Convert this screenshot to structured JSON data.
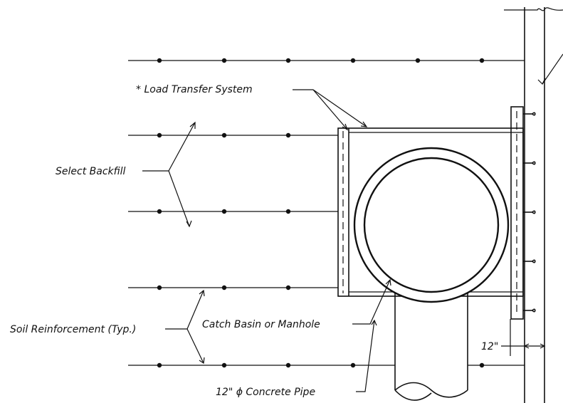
{
  "labels": {
    "load_transfer": "* Load Transfer System",
    "select_backfill": "Select Backfill",
    "soil_reinforcement": "Soil Reinforcement (Typ.)",
    "catch_basin": "Catch Basin or Manhole",
    "concrete_pipe": "12\" ϕ Concrete Pipe",
    "clearance": "12\""
  },
  "colors": {
    "ink": "#111111",
    "background": "#ffffff"
  }
}
